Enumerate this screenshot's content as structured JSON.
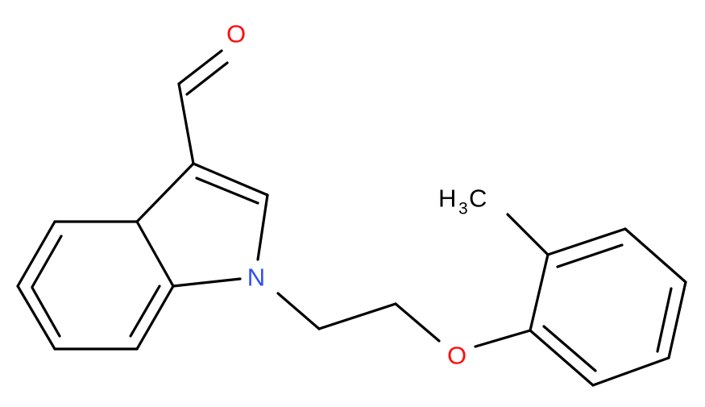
{
  "diagram": {
    "colors": {
      "bond": "#000000",
      "oxygen": "#ff0d0d",
      "nitrogen": "#3050f8",
      "carbon_label": "#000000"
    },
    "labels": {
      "oxygen_aldehyde": "O",
      "nitrogen": "N",
      "oxygen_ether": "O",
      "methyl_h": "H",
      "methyl_sub": "3",
      "methyl_c": "C"
    }
  }
}
